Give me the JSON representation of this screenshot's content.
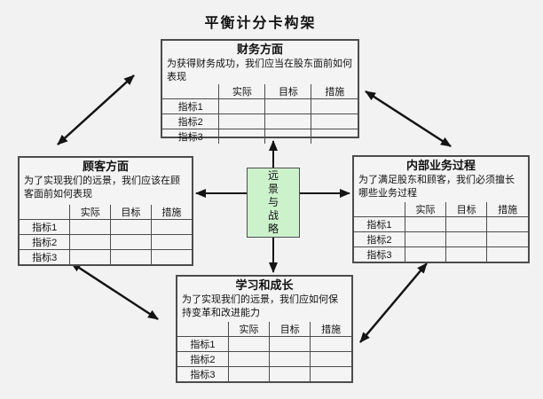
{
  "page": {
    "title": "平衡计分卡构架"
  },
  "colors": {
    "background": "#f2f2f2",
    "panel_border": "#4c4c4c",
    "vision_fill": "#ccf2cc",
    "arrow": "#141414"
  },
  "vision": {
    "label": "远景与战略"
  },
  "table": {
    "headers": [
      "",
      "实际",
      "目标",
      "措施"
    ],
    "row_labels": [
      "指标1",
      "指标2",
      "指标3"
    ]
  },
  "panels": {
    "financial": {
      "title": "财务方面",
      "desc": "为获得财务成功，我们应当在股东面前如何表现"
    },
    "customer": {
      "title": "顾客方面",
      "desc": "为了实现我们的远景，我们应该在顾客面前如何表现"
    },
    "internal": {
      "title": "内部业务过程",
      "desc": "为了满足股东和顾客，我们必须擅长哪些业务过程"
    },
    "learning": {
      "title": "学习和成长",
      "desc": "为了实现我们的远景，我们应如何保持变革和改进能力"
    }
  }
}
